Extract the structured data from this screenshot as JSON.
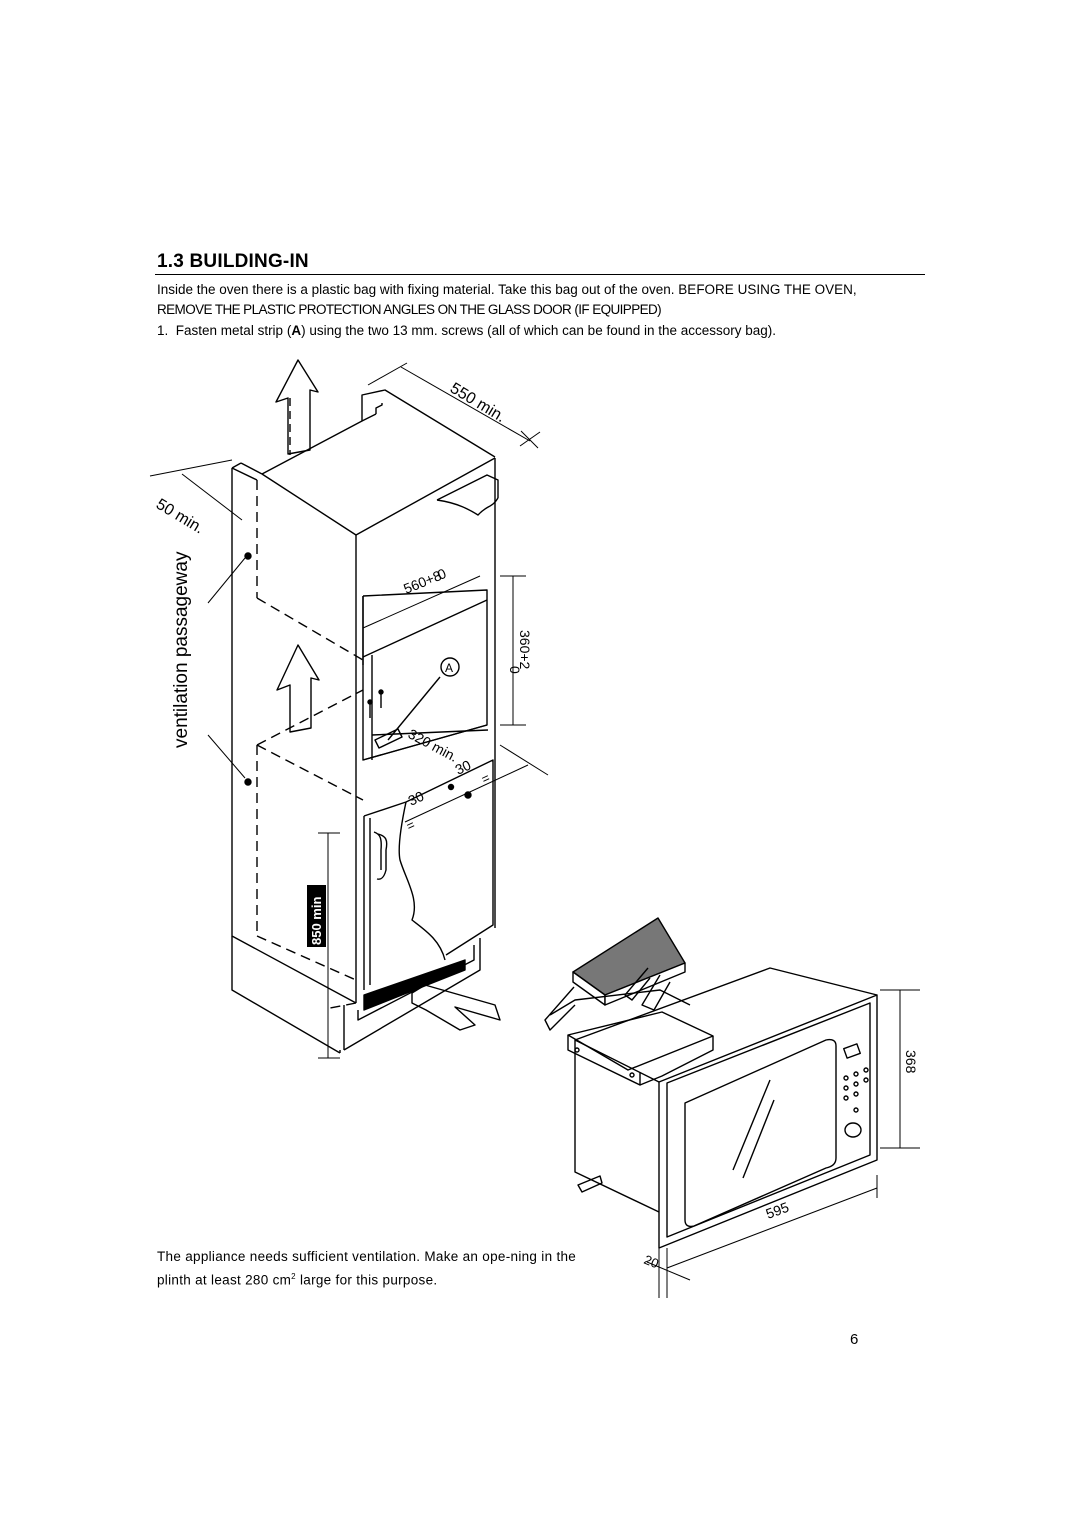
{
  "section": {
    "title": "1.3 BUILDING-IN"
  },
  "intro": {
    "line1": "Inside the oven there is a plastic bag with fixing material. Take this bag out of the oven. BEFORE USING THE OVEN,",
    "line2": "REMOVE THE PLASTIC PROTECTION ANGLES ON THE GLASS DOOR (IF EQUIPPED)"
  },
  "step1": {
    "number": "1.",
    "text_before": "Fasten metal strip (",
    "strip_label": "A",
    "text_after": ") using the two 13 mm. screws (all of which can be found in the accessory bag)."
  },
  "diagram": {
    "dim_depth": "550 min.",
    "dim_clearance": "50 min.",
    "ventilation_label": "ventilation passageway",
    "dim_width": "560+8",
    "dim_width_tol": "0",
    "dim_height": "360+2",
    "dim_height_tol": "0",
    "part_label": "A",
    "dim_strip": "320 min.",
    "dim_left_gap": "30",
    "dim_right_gap": "30",
    "equal_mark": "=",
    "dim_floor": "850 min",
    "dim_oven_height": "368",
    "dim_oven_width": "595",
    "dim_frame": "20"
  },
  "note": {
    "text_before": "The appliance needs sufficient ventilation. Make an ope-ning in the plinth at least 280 cm",
    "superscript": "2",
    "text_after": " large for this purpose."
  },
  "page_number": "6"
}
